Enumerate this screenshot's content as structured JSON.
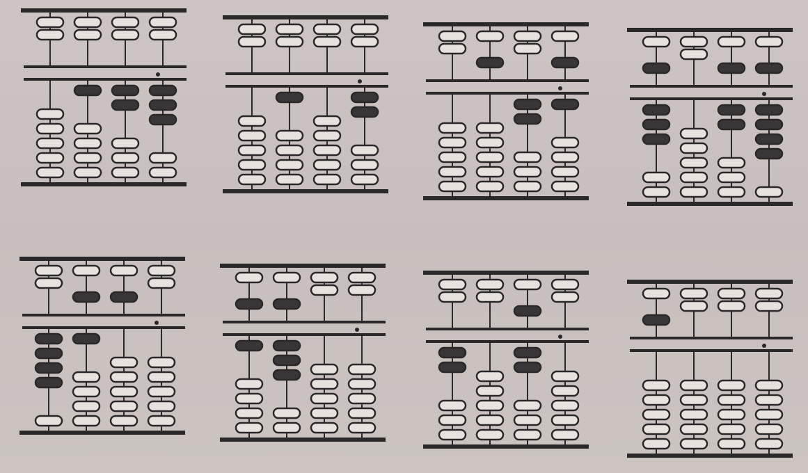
{
  "worksheet": {
    "background_color": "#c9c1bf",
    "ink_color": "#2b2829",
    "bead_fill_active": "#3a3637",
    "bead_fill_inactive": "#e8e2df",
    "abaci": [
      {
        "upper_active": [
          0,
          0,
          0,
          0
        ],
        "lower_count": [
          0,
          1,
          2,
          3
        ]
      },
      {
        "upper_active": [
          0,
          0,
          0,
          0
        ],
        "lower_count": [
          0,
          1,
          0,
          2
        ]
      },
      {
        "upper_active": [
          0,
          1,
          0,
          1
        ],
        "lower_count": [
          0,
          0,
          2,
          1
        ]
      },
      {
        "upper_active": [
          1,
          0,
          1,
          1
        ],
        "lower_count": [
          3,
          0,
          2,
          4
        ]
      },
      {
        "upper_active": [
          0,
          1,
          1,
          0
        ],
        "lower_count": [
          4,
          1,
          0,
          0
        ]
      },
      {
        "upper_active": [
          1,
          1,
          0,
          0
        ],
        "lower_count": [
          1,
          3,
          0,
          0
        ]
      },
      {
        "upper_active": [
          0,
          0,
          1,
          0
        ],
        "lower_count": [
          2,
          0,
          2,
          0
        ]
      },
      {
        "upper_active": [
          1,
          0,
          0,
          0
        ],
        "lower_count": [
          0,
          0,
          0,
          0
        ]
      }
    ]
  }
}
